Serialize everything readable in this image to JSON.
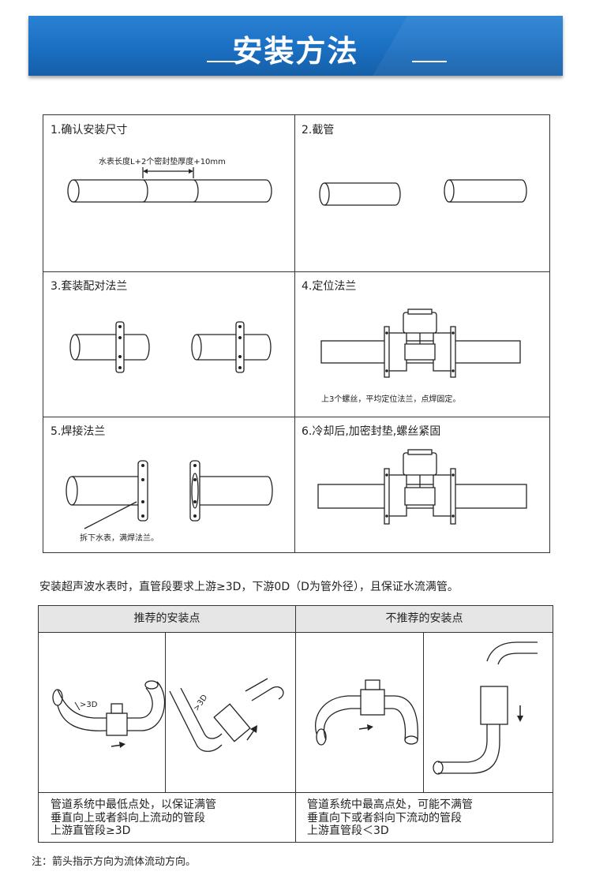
{
  "banner": {
    "title": "安装方法"
  },
  "steps": [
    {
      "title": "1.确认安装尺寸",
      "note": "水表长度L+2个密封垫厚度+10mm"
    },
    {
      "title": "2.截管"
    },
    {
      "title": "3.套装配对法兰"
    },
    {
      "title": "4.定位法兰",
      "note": "上3个螺丝，平均定位法兰，点焊固定。"
    },
    {
      "title": "5.焊接法兰",
      "note": "拆下水表，满焊法兰。"
    },
    {
      "title": "6.冷却后,加密封垫,螺丝紧固"
    }
  ],
  "intro": "安装超声波水表时，直管段要求上游≥3D，下游0D（D为管外径），且保证水流满管。",
  "comparison": {
    "recommended": {
      "header": "推荐的安装点",
      "label_3d": ">3D",
      "desc": [
        "管道系统中最低点处，以保证满管",
        "垂直向上或者斜向上流动的管段",
        "上游直管段≥3D"
      ]
    },
    "not_recommended": {
      "header": "不推荐的安装点",
      "desc": [
        "管道系统中最高点处，可能不满管",
        "垂直向下或者斜向下流动的管段",
        "上游直管段＜3D"
      ]
    }
  },
  "footnote": "注：箭头指示方向为流体流动方向。",
  "colors": {
    "banner_blue": "#1a6fc2",
    "table_header_bg": "#e6e6e6",
    "line": "#333333"
  }
}
